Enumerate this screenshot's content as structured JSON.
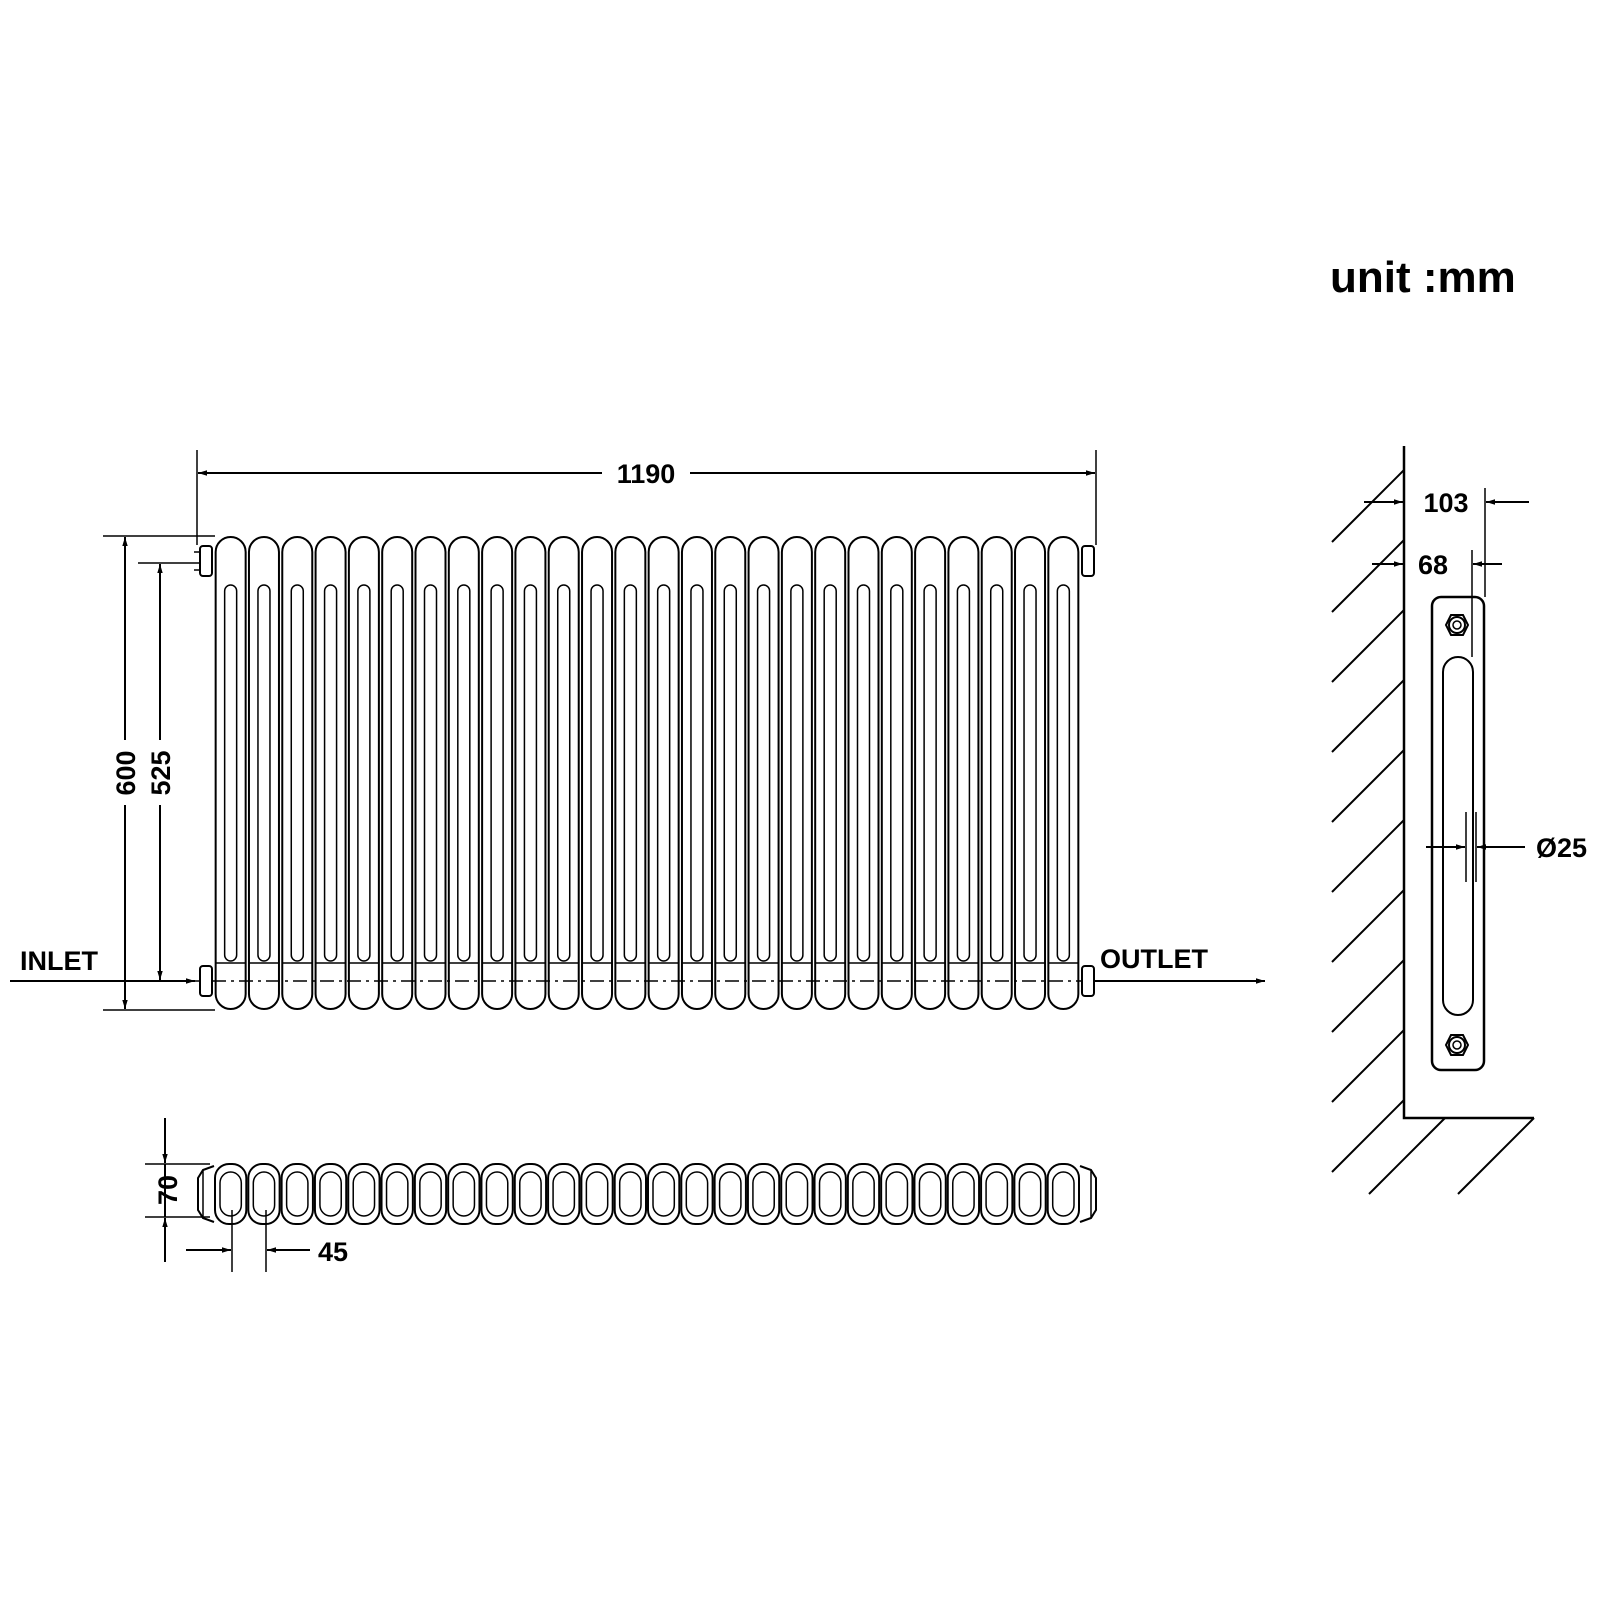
{
  "unit_label": "unit :mm",
  "front_view": {
    "width_dim": "1190",
    "height_dim": "600",
    "center_dim": "525",
    "inlet_label": "INLET",
    "outlet_label": "OUTLET",
    "column_count": 26
  },
  "top_view": {
    "depth_dim": "70",
    "pitch_dim": "45"
  },
  "side_view": {
    "overall_depth_dim": "103",
    "body_depth_dim": "68",
    "pipe_dim": "Ø25"
  },
  "colors": {
    "line": "#000000",
    "background": "#ffffff"
  }
}
